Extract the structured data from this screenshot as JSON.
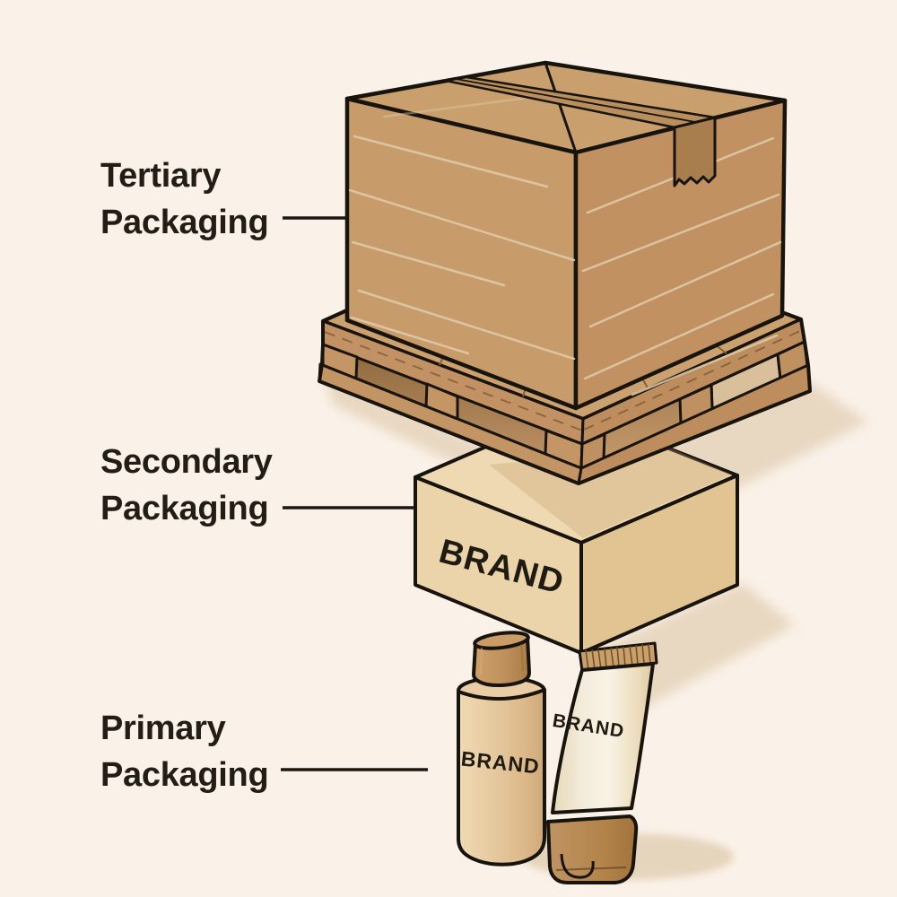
{
  "diagram": {
    "title": "Packaging levels illustration",
    "labels": [
      {
        "id": "tertiary",
        "line1": "Tertiary",
        "line2": "Packaging"
      },
      {
        "id": "secondary",
        "line1": "Secondary",
        "line2": "Packaging"
      },
      {
        "id": "primary",
        "line1": "Primary",
        "line2": "Packaging"
      }
    ],
    "brand": {
      "secondary_box": "BRAND",
      "bottle": "BRAND",
      "tube": "BRAND"
    },
    "colors": {
      "background": "#faf1e8",
      "cardboard_left": "#c89c6a",
      "cardboard_right": "#c19162",
      "cardboard_top": "#c9a06d",
      "pallet_wood": "#c29264",
      "secondary_box": "#ebd3aa",
      "bottle_body": "#e6c89e",
      "tube_body": "#f6efdf",
      "cap_brown": "#b28349",
      "outline": "#17130d",
      "label_text": "#221d15",
      "ground_shadow": "#e8d8c1"
    }
  }
}
